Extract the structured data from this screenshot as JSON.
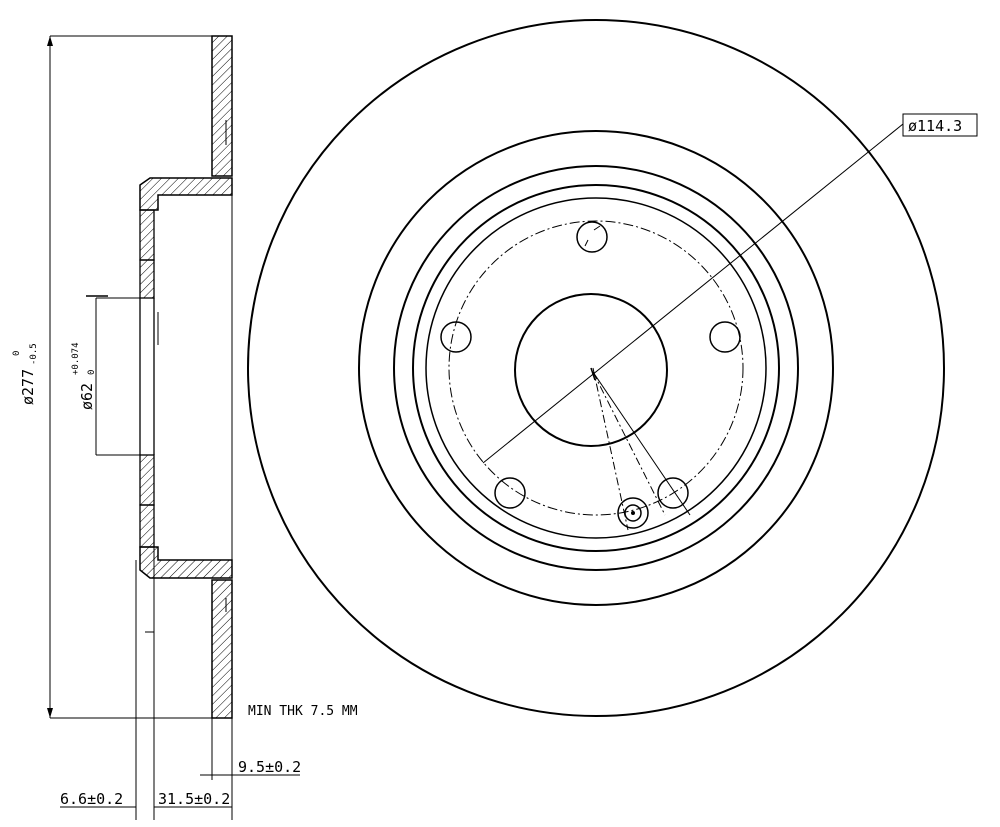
{
  "drawing": {
    "dimensions": {
      "outer_diameter": "ø277",
      "outer_tol_upper": "0",
      "outer_tol_lower": "-0.5",
      "hub_bore": "ø62",
      "hub_tol_upper": "+0.074",
      "hub_tol_lower": "0",
      "pcd": "ø114.3",
      "min_thickness": "MIN THK 7.5 MM",
      "disc_thickness": "9.5±0.2",
      "hat_offset": "6.6±0.2",
      "overall_height": "31.5±0.2"
    },
    "front_view": {
      "bolt_holes": 5,
      "locating_holes": 1
    },
    "colors": {
      "line": "#000000",
      "background": "#ffffff"
    }
  }
}
